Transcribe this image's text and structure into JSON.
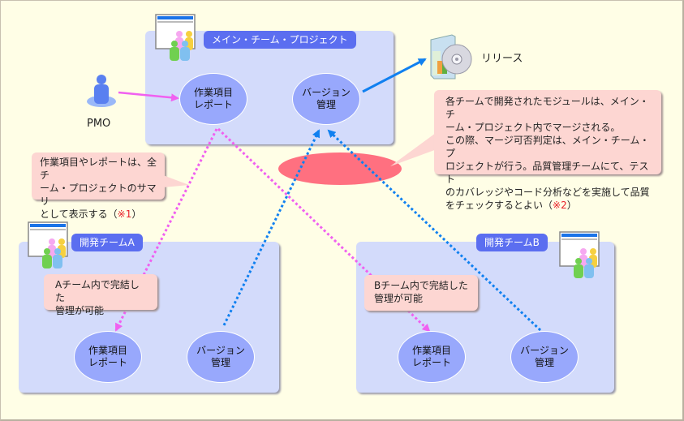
{
  "main_project": {
    "label": "メイン・チーム・プロジェクト",
    "work_items": [
      "作業項目",
      "レポート"
    ],
    "version_control": [
      "バージョン",
      "管理"
    ]
  },
  "pmo": {
    "label": "PMO"
  },
  "release": {
    "label": "リリース"
  },
  "team_a": {
    "label": "開発チームA",
    "note": [
      "Aチーム内で完結した",
      "管理が可能"
    ],
    "work_items": [
      "作業項目",
      "レポート"
    ],
    "version_control": [
      "バージョン",
      "管理"
    ]
  },
  "team_b": {
    "label": "開発チームB",
    "note": [
      "Bチーム内で完結した",
      "管理が可能"
    ],
    "work_items": [
      "作業項目",
      "レポート"
    ],
    "version_control": [
      "バージョン",
      "管理"
    ]
  },
  "note_summary": {
    "lines": [
      "作業項目やレポートは、全チ",
      "ーム・プロジェクトのサマリ",
      "として表示する（"
    ],
    "ref": "※1",
    "close": "）"
  },
  "note_merge": {
    "lines": [
      "各チームで開発されたモジュールは、メイン・チ",
      "ーム・プロジェクト内でマージされる。",
      "この際、マージ可否判定は、メイン・チーム・プ",
      "ロジェクトが行う。品質管理チームにて、テスト",
      "のカバレッジやコード分析などを実施して品質",
      "をチェックするとよい（"
    ],
    "ref": "※2",
    "close": "）"
  },
  "colors": {
    "background": "#fffee6",
    "panel": "#d3dbfb",
    "panel_label": "#5b6ef0",
    "ellipse": "#98a8fc",
    "note": "#fdd6d2",
    "pink_arrow": "#f060f0",
    "blue_arrow": "#1080f0",
    "merge_highlight": "#ff7080",
    "reference": "#e8202a"
  }
}
